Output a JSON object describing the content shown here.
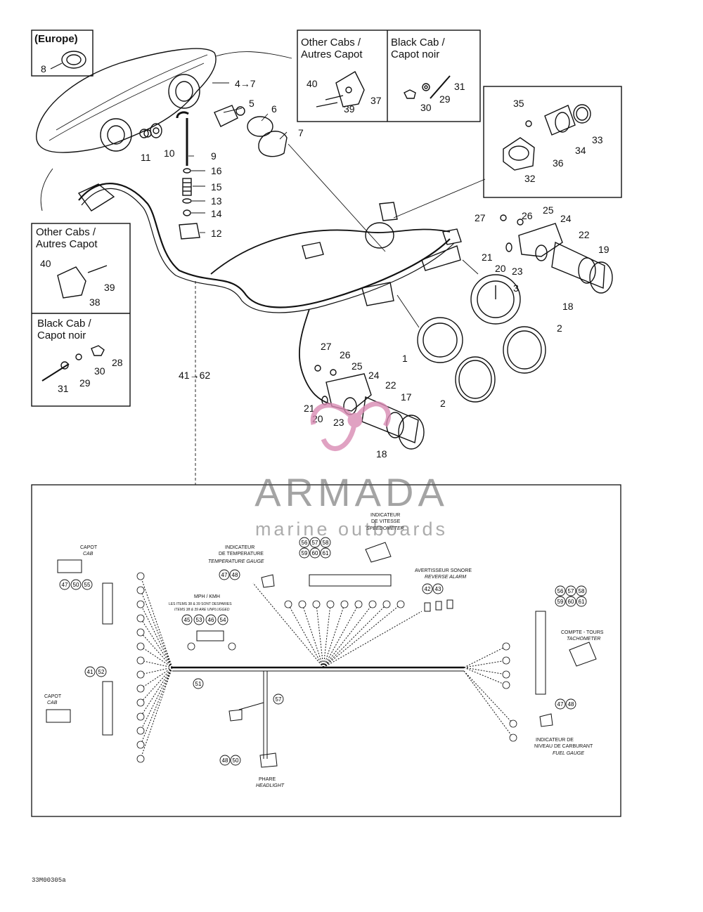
{
  "europe_box": {
    "title": "(Europe)",
    "part": "8"
  },
  "top_right_boxes": {
    "other_cabs": {
      "line1": "Other Cabs /",
      "line2": "Autres Capot",
      "parts": [
        "40",
        "37",
        "39"
      ]
    },
    "black_cab": {
      "line1": "Black Cab /",
      "line2": "Capot noir",
      "parts": [
        "31",
        "29",
        "30"
      ]
    }
  },
  "left_boxes": {
    "other_cabs": {
      "line1": "Other Cabs /",
      "line2": "Autres Capot",
      "parts": [
        "40",
        "39",
        "38"
      ]
    },
    "black_cab": {
      "line1": "Black Cab /",
      "line2": "Capot noir",
      "parts": [
        "28",
        "30",
        "29",
        "31"
      ]
    }
  },
  "sensor_box_parts": [
    "35",
    "33",
    "34",
    "36",
    "32"
  ],
  "callouts": {
    "c1": "1",
    "c2a": "2",
    "c2b": "2",
    "c3": "3",
    "c4_7": "4→7",
    "c5": "5",
    "c6": "6",
    "c7": "7",
    "c9": "9",
    "c10": "10",
    "c11": "11",
    "c12": "12",
    "c13": "13",
    "c14": "14",
    "c15": "15",
    "c16": "16",
    "c17": "17",
    "c18a": "18",
    "c18b": "18",
    "c19": "19",
    "c20a": "20",
    "c20b": "20",
    "c21a": "21",
    "c21b": "21",
    "c22a": "22",
    "c22b": "22",
    "c23a": "23",
    "c23b": "23",
    "c24a": "24",
    "c24b": "24",
    "c25a": "25",
    "c25b": "25",
    "c26a": "26",
    "c26b": "26",
    "c27a": "27",
    "c27b": "27",
    "c41_62": "41→62"
  },
  "schematic_labels": {
    "cab_top_fr": "CAPOT",
    "cab_top_en": "CAB",
    "cab_bottom_fr": "CAPOT",
    "cab_bottom_en": "CAB",
    "temp_fr1": "INDICATEUR",
    "temp_fr2": "DE TEMPERATURE",
    "temp_en": "TEMPERATURE GAUGE",
    "speed_fr1": "INDICATEUR",
    "speed_fr2": "DE VITESSE",
    "speed_en": "SPEEDOMETER",
    "alarm_fr": "AVERTISSEUR SONORE",
    "alarm_en": "REVERSE ALARM",
    "tach_fr": "COMPTE - TOURS",
    "tach_en": "TACHOMETER",
    "fuel_fr1": "INDICATEUR DE",
    "fuel_fr2": "NIVEAU DE CARBURANT",
    "fuel_en": "FUEL GAUGE",
    "head_fr": "PHARE",
    "head_en": "HEADLIGHT",
    "mph_title": "MPH / KMH",
    "mph_note1": "LES ITEMS 38 & 39 SONT DESPARIES",
    "mph_note2": "ITEMS 38 & 39 ARE UNPLUGGED"
  },
  "schematic_bubbles": {
    "cab_top": [
      "47",
      "50",
      "55"
    ],
    "cab_bottom": [
      "41",
      "52"
    ],
    "temp": [
      "47",
      "48"
    ],
    "speed": [
      "56",
      "57",
      "58",
      "59",
      "60",
      "61"
    ],
    "alarm": [
      "42",
      "43"
    ],
    "tach": [
      "56",
      "57",
      "58",
      "59",
      "60",
      "61"
    ],
    "fuel": [
      "47",
      "48"
    ],
    "mph": [
      "45",
      "53",
      "46",
      "54"
    ],
    "headlight": [
      "48",
      "50"
    ],
    "harness_main": "51",
    "harness_drop": "57"
  },
  "watermark": {
    "title": "ARMADA",
    "subtitle": "marine outboards",
    "accent_color": "#d98bb4"
  },
  "figure_code": "33M00305a"
}
